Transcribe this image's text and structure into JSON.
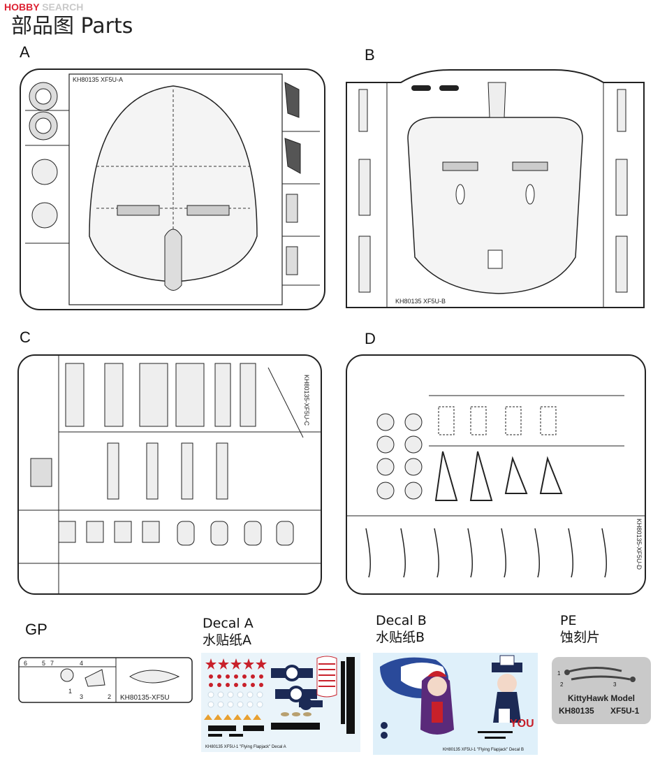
{
  "watermark": {
    "brand": "HOBBY",
    "suffix": "SEARCH"
  },
  "page_title": "部品图 Parts",
  "sprues": [
    {
      "label": "A",
      "code": "KH80135 XF5U-A"
    },
    {
      "label": "B",
      "code": "KH80135 XF5U-B"
    },
    {
      "label": "C",
      "code": "KH80135-XF5U-C"
    },
    {
      "label": "D",
      "code": "KH80135-XF5U-D"
    }
  ],
  "gp": {
    "label": "GP",
    "code": "KH80135-XF5U",
    "numbers": [
      "6",
      "5",
      "7",
      "4",
      "1",
      "3",
      "2"
    ]
  },
  "decal_a": {
    "line1": "Decal A",
    "line2": "水贴纸A",
    "caption": "KH80135  XF5U-1 \"Flying Flapjack\" Decal A"
  },
  "decal_b": {
    "line1": "Decal B",
    "line2": "水贴纸B",
    "caption": "KH80135  XF5U-1 \"Flying Flapjack\" Decal B",
    "poster_text": "YOU"
  },
  "pe": {
    "line1": "PE",
    "line2": "蚀刻片",
    "brand": "KittyHawk Model",
    "code": "KH80135",
    "model": "XF5U-1",
    "numbers": [
      "1",
      "2",
      "3"
    ]
  },
  "colors": {
    "decal_red": "#c8202a",
    "decal_navy": "#1c2a55",
    "decal_orange": "#e8a030",
    "decal_b_bg": "#dff0fa",
    "pe_bg": "#c9c9c9"
  }
}
